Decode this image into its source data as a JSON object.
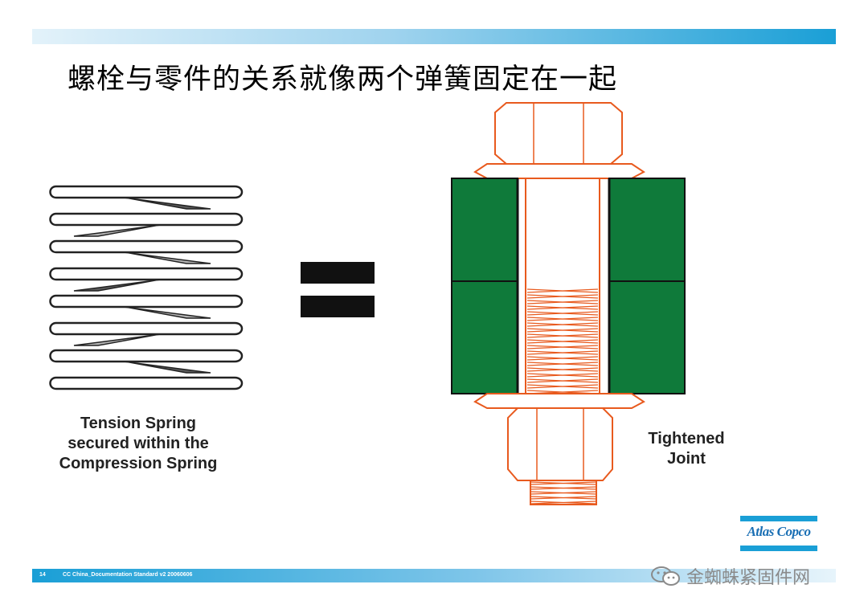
{
  "header": {
    "title": "螺栓与零件的关系就像两个弹簧固定在一起"
  },
  "left": {
    "caption_lines": [
      "Tension Spring",
      "secured within the",
      "Compression Spring"
    ]
  },
  "right": {
    "caption_lines": [
      "Tightened",
      "Joint"
    ]
  },
  "logo": {
    "text": "Atlas Copco"
  },
  "footer": {
    "page_number": "14",
    "doc_label": "CC China_Documentation Standard v2 20060606"
  },
  "watermark": {
    "text": "金蜘蛛紧固件网"
  },
  "colors": {
    "accent_blue": "#1a9fd6",
    "bolt_orange": "#e85a1e",
    "joint_green": "#0f7a3a",
    "spring_gray": "#9a9a9a"
  }
}
